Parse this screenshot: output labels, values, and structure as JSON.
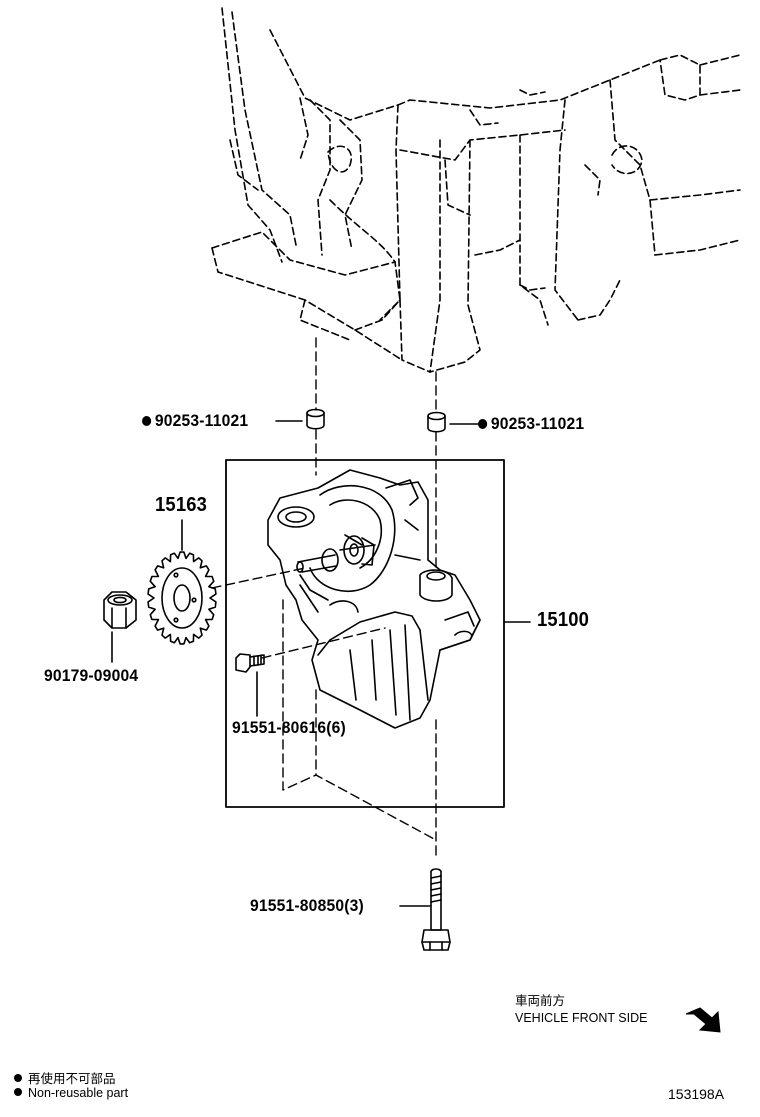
{
  "parts": {
    "bushing_left": "90253-11021",
    "bushing_right": "90253-11021",
    "sprocket": "15163",
    "nut": "90179-09004",
    "pump_assembly": "15100",
    "pump_bolt": "91551-80616(6)",
    "long_bolt": "91551-80850(3)"
  },
  "direction": {
    "jp": "車両前方",
    "en": "VEHICLE FRONT SIDE"
  },
  "legend": {
    "jp": "再使用不可部品",
    "en": "Non-reusable part"
  },
  "figure_id": "153198A"
}
